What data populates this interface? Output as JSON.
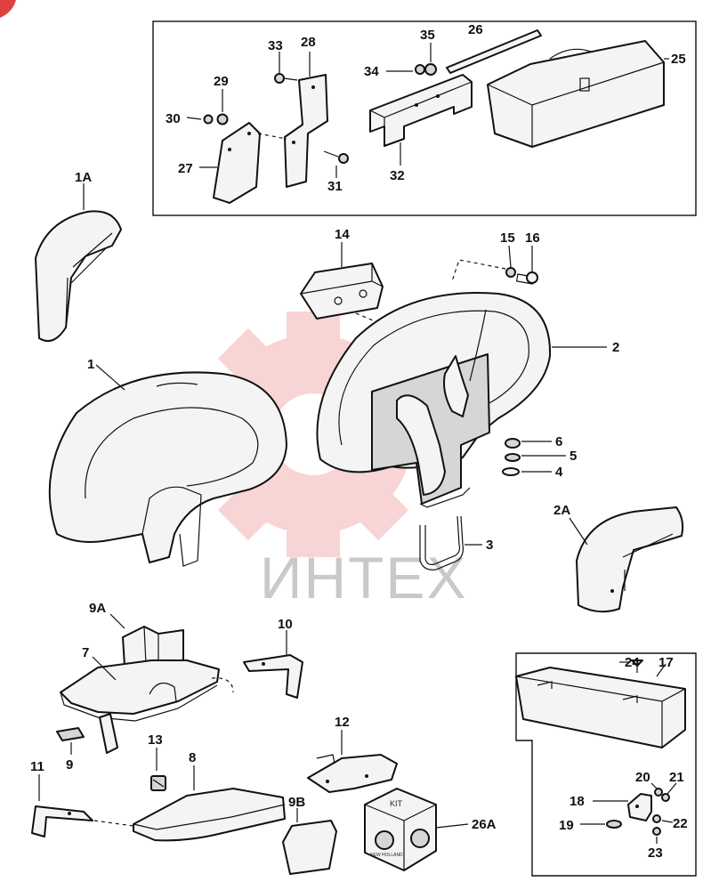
{
  "watermark": {
    "text": "ИНТЕХ",
    "logo_color": "#e0403f"
  },
  "kit_box": {
    "label": "KIT",
    "brand": "NEW HOLLAND"
  },
  "callouts": {
    "c1": "1",
    "c1a": "1A",
    "c2": "2",
    "c2a": "2A",
    "c3": "3",
    "c4": "4",
    "c5": "5",
    "c6": "6",
    "c7": "7",
    "c8": "8",
    "c9": "9",
    "c9a": "9A",
    "c9b": "9B",
    "c10": "10",
    "c11": "11",
    "c12": "12",
    "c13": "13",
    "c14": "14",
    "c15": "15",
    "c16": "16",
    "c17": "17",
    "c18": "18",
    "c19": "19",
    "c20": "20",
    "c21": "21",
    "c22": "22",
    "c23": "23",
    "c24": "24",
    "c25": "25",
    "c26": "26",
    "c26a": "26A",
    "c27": "27",
    "c28": "28",
    "c29": "29",
    "c30": "30",
    "c31": "31",
    "c32": "32",
    "c33": "33",
    "c34": "34",
    "c35": "35"
  }
}
